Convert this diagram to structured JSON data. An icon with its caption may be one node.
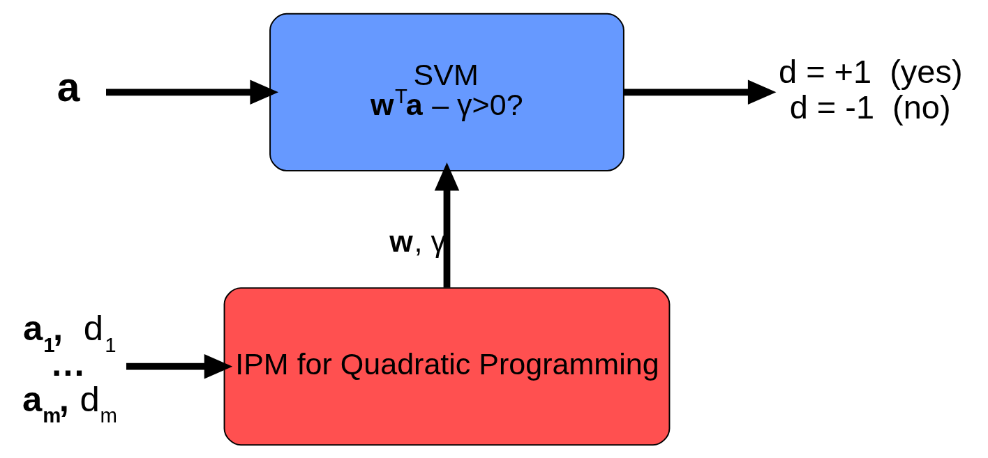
{
  "diagram": {
    "nodes": [
      {
        "text": [
          "**a**"
        ]
      },
      {
        "text": [
          "SVM",
          "**w**$^{T}$**a** – γ>0?"
        ]
      },
      {
        "text": [
          "d = +1  (yes)",
          "d = -1  (no)"
        ]
      },
      {
        "text": [
          "**a$_{1}$,**  d$_{1}$",
          "**…**",
          "**a$_{m}$,** d$_{m}$"
        ]
      },
      {
        "text": [
          "IPM for Quadratic Programming"
        ]
      }
    ],
    "edges": [
      {
        "from": 0,
        "to": 1,
        "arrow": "to"
      },
      {
        "from": 1,
        "to": 2,
        "arrow": "to"
      },
      {
        "from": 3,
        "to": 4,
        "arrow": "to"
      },
      {
        "from": 4,
        "to": 1,
        "arrow": "to",
        "label": "**w**, γ"
      }
    ]
  }
}
